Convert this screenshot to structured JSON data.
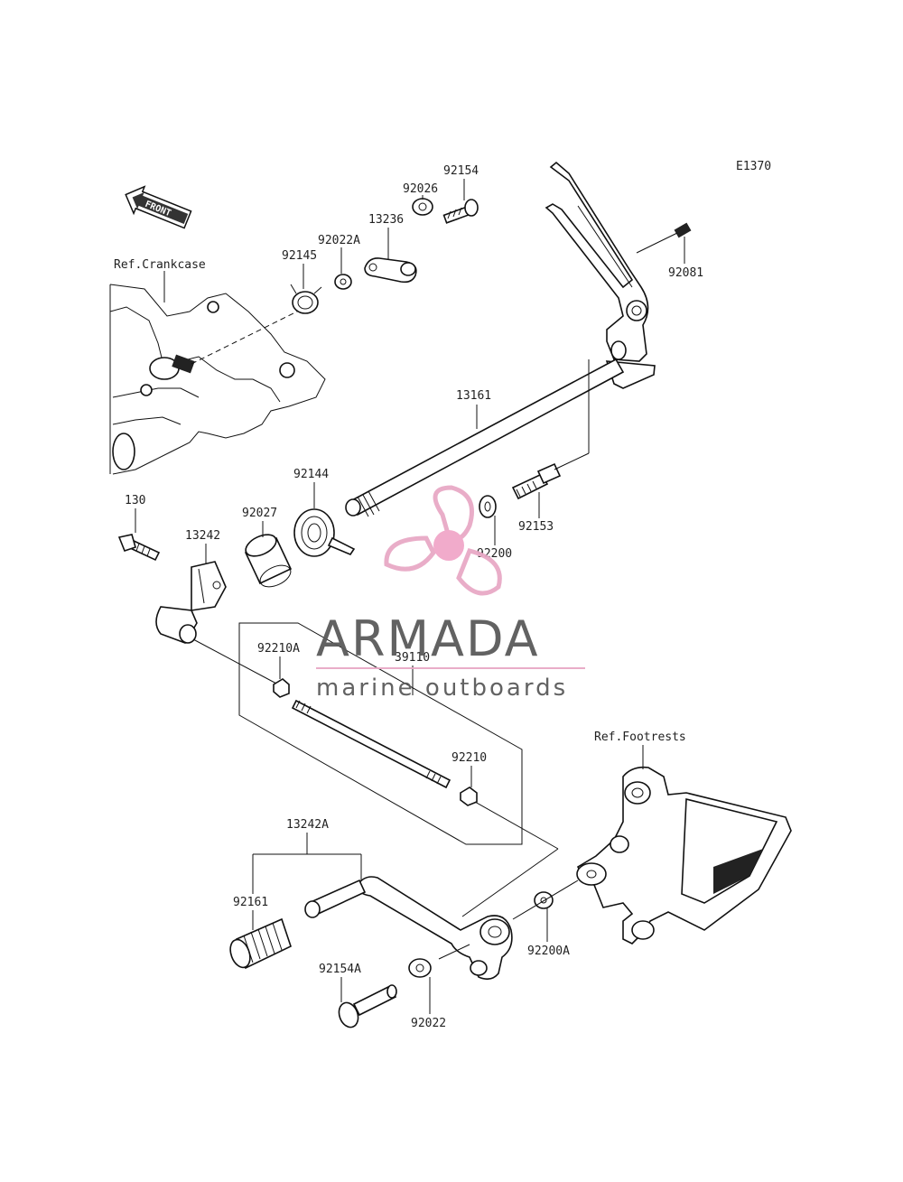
{
  "diagram_code": "E1370",
  "front_label": "FRONT",
  "refs": {
    "crankcase": "Ref.Crankcase",
    "footrests": "Ref.Footrests"
  },
  "parts": {
    "p92154": "92154",
    "p92026": "92026",
    "p13236": "13236",
    "p92022A": "92022A",
    "p92145": "92145",
    "p92081": "92081",
    "p13161": "13161",
    "p92144": "92144",
    "p92027": "92027",
    "p130": "130",
    "p13242": "13242",
    "p92153": "92153",
    "p92200": "92200",
    "p92210A": "92210A",
    "p39110": "39110",
    "p92210": "92210",
    "p13242A": "13242A",
    "p92161": "92161",
    "p92154A": "92154A",
    "p92022": "92022",
    "p92200A": "92200A"
  },
  "watermark": {
    "name": "ARMADA",
    "tagline": "marine outboards",
    "name_color": "#5a5a5a",
    "accent_color": "#e8a9c6",
    "dot_color": "#f1a7c9"
  }
}
